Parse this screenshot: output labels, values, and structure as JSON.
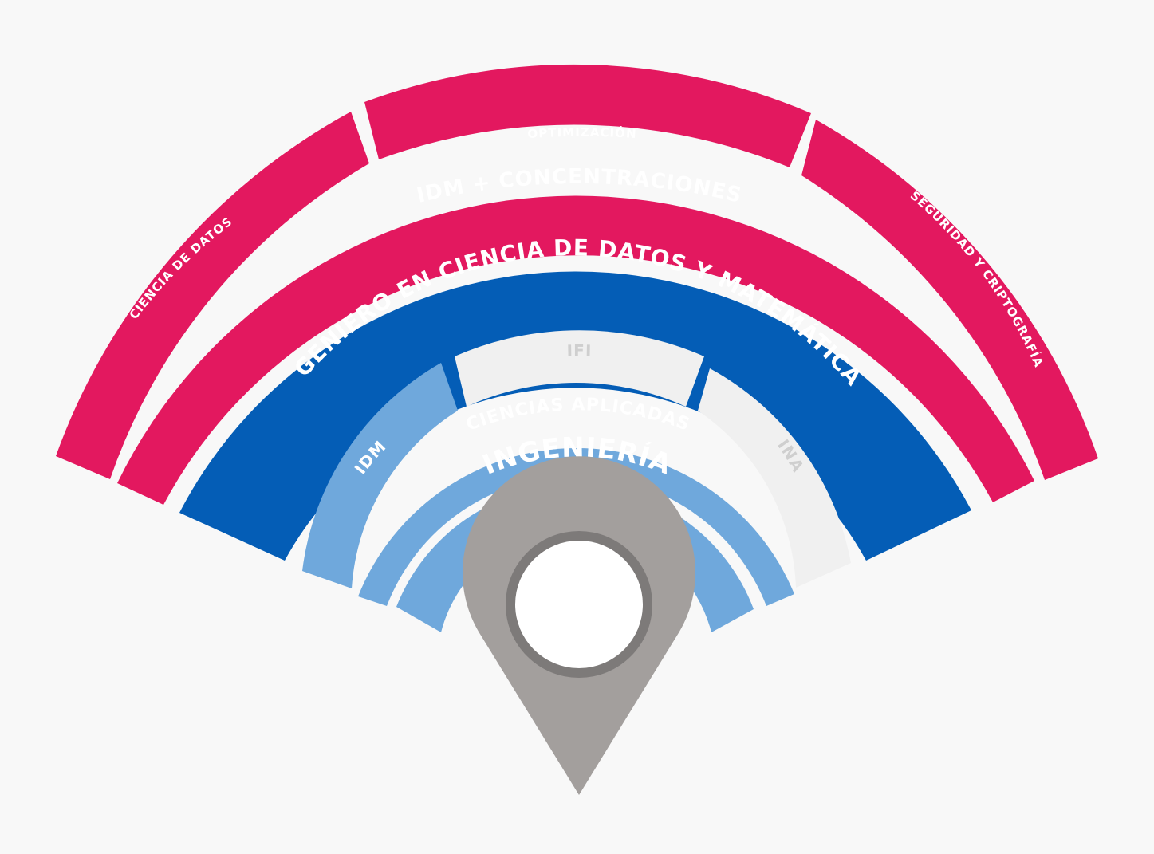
{
  "colors": {
    "background": "#f8f8f8",
    "magenta": "#e3185f",
    "blue_dark": "#045db6",
    "blue_light": "#6fa8dc",
    "faded": "#f0f0f0",
    "faded_text": "#cfcfcf",
    "pin": "#a39f9d",
    "pin_ring": "#7d7a79"
  },
  "rings": {
    "optimizacion": "OPTIMIZACIÓN",
    "ciencia_de_datos": "CIENCIA DE DATOS",
    "seguridad": "SEGURIDAD Y CRIPTOGRAFÍA",
    "idm_concentraciones": "IDM + CONCENTRACIONES",
    "ingeniero": "INGENIERO EN CIENCIA DE DATOS Y MATEMÁTICAS",
    "idm": "IDM",
    "ifi": "IFI",
    "ina": "INA",
    "ciencias_aplicadas": "CIENCIAS APLICADAS",
    "ingenieria": "INGENIERÍA"
  },
  "icons": {
    "pin": "location-pin-icon"
  }
}
